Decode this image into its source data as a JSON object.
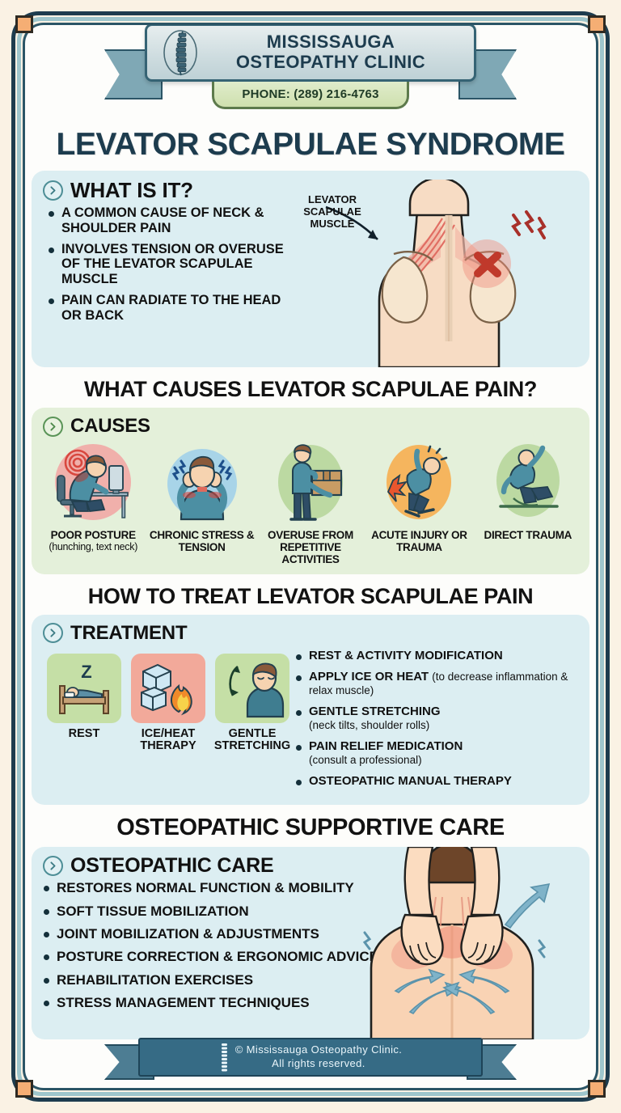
{
  "brand": {
    "clinic_name_line1": "MISSISSAUGA",
    "clinic_name_line2": "OSTEOPATHY CLINIC",
    "phone": "PHONE: (289) 216-4763",
    "logo_icon": "spine-icon"
  },
  "main_title": "LEVATOR SCAPULAE SYNDROME",
  "sections": {
    "what_is_it": {
      "panel_label": "WHAT IS IT?",
      "chevron_icon": "chevron-right-circle-icon",
      "bullets": [
        "A COMMON CAUSE OF NECK & SHOULDER PAIN",
        "INVOLVES TENSION OR OVERUSE OF THE LEVATOR SCAPULAE MUSCLE",
        "PAIN CAN RADIATE TO THE HEAD OR BACK"
      ],
      "illustration_label": "LEVATOR SCAPULAE MUSCLE",
      "illustration_name": "upper-back-anatomy-illustration"
    },
    "causes": {
      "heading": "WHAT CAUSES LEVATOR SCAPULAE PAIN?",
      "panel_label": "CAUSES",
      "chevron_icon": "chevron-right-circle-icon",
      "items": [
        {
          "title": "POOR POSTURE",
          "sub": "(hunching, text neck)",
          "icon": "desk-slouch-icon",
          "bg": "#f0b0ab"
        },
        {
          "title": "CHRONIC STRESS & TENSION",
          "sub": "",
          "icon": "stressed-head-hold-icon",
          "bg": "#a8d4e8"
        },
        {
          "title": "OVERUSE FROM REPETITIVE ACTIVITIES",
          "sub": "",
          "icon": "carrying-box-icon",
          "bg": "#bcd9a2"
        },
        {
          "title": "ACUTE INJURY OR TRAUMA",
          "sub": "",
          "icon": "sudden-injury-icon",
          "bg": "#f5b55e"
        },
        {
          "title": "DIRECT TRAUMA",
          "sub": "",
          "icon": "falling-person-icon",
          "bg": "#bcd9a2"
        }
      ]
    },
    "treatment": {
      "heading": "HOW TO TREAT LEVATOR SCAPULAE PAIN",
      "panel_label": "TREATMENT",
      "chevron_icon": "chevron-right-circle-icon",
      "icons": [
        {
          "label_line1": "REST",
          "label_line2": "",
          "icon": "bed-sleep-icon",
          "bg": "#c5dfa6"
        },
        {
          "label_line1": "ICE/HEAT",
          "label_line2": "THERAPY",
          "icon": "ice-cube-flame-icon",
          "bg": "#f2a99a"
        },
        {
          "label_line1": "GENTLE",
          "label_line2": "STRETCHING",
          "icon": "neck-stretch-icon",
          "bg": "#c5dfa6"
        }
      ],
      "bullets": [
        {
          "main": "REST & ACTIVITY MODIFICATION",
          "sub": ""
        },
        {
          "main": "APPLY ICE OR HEAT",
          "sub": "(to decrease inflammation & relax muscle)"
        },
        {
          "main": "GENTLE STRETCHING",
          "sub": "(neck tilts, shoulder rolls)"
        },
        {
          "main": "PAIN RELIEF MEDICATION",
          "sub": "(consult a professional)"
        },
        {
          "main": "OSTEOPATHIC MANUAL THERAPY",
          "sub": ""
        }
      ]
    },
    "osteopathic": {
      "heading": "OSTEOPATHIC SUPPORTIVE CARE",
      "panel_label": "OSTEOPATHIC CARE",
      "chevron_icon": "chevron-right-circle-icon",
      "bullets": [
        "RESTORES NORMAL FUNCTION & MOBILITY",
        "SOFT TISSUE MOBILIZATION",
        "JOINT MOBILIZATION & ADJUSTMENTS",
        "POSTURE CORRECTION & ERGONOMIC ADVICE",
        "REHABILITATION EXERCISES",
        "STRESS MANAGEMENT TECHNIQUES"
      ],
      "illustration_name": "massage-hands-back-illustration"
    }
  },
  "footer": {
    "line1": "© Mississauga Osteopathy Clinic.",
    "line2": "All rights reserved.",
    "logo_icon": "spine-icon"
  },
  "colors": {
    "page_bg": "#faf2e4",
    "frame_dark": "#1d3c4e",
    "frame_light": "#9ec6cc",
    "corner_square": "#f5ae74",
    "panel_blue": "#dceef2",
    "panel_green": "#e4f0da",
    "title_navy": "#1d3c4e",
    "banner_teal": "#7fa8b5",
    "footer_teal": "#366b85"
  }
}
